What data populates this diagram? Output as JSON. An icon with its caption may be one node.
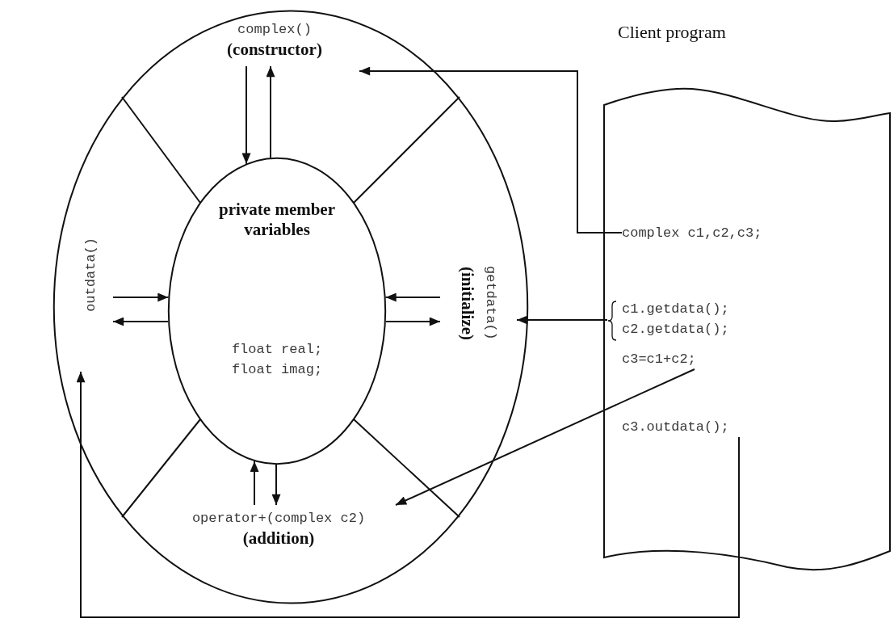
{
  "diagram": {
    "nodes": [
      {
        "text": [],
        "shape": "circle"
      },
      {
        "text": [
          "complex()",
          "(constructor)"
        ],
        "in": 0
      },
      {
        "text": [
          "outdata()"
        ],
        "in": 0
      },
      {
        "text": [
          "private member variables",
          "float real; float imag;"
        ],
        "in": 0
      },
      {
        "text": [
          "getdata()",
          "(initialize)"
        ],
        "in": 0
      },
      {
        "text": [
          "operator+(complex c2)",
          "(addition)"
        ],
        "in": 0
      },
      {
        "text": [
          "Client program"
        ]
      },
      {
        "text": [
          "complex c1,c2,c3;"
        ],
        "in": 6
      },
      {
        "text": [
          "c1.getdata();",
          "c2.getdata();"
        ],
        "in": 6
      },
      {
        "text": [
          "c3=c1+c2;"
        ],
        "in": 6
      },
      {
        "text": [
          "c3.outdata();"
        ],
        "in": 6
      }
    ],
    "edges": [
      {
        "from": 7,
        "to": 1,
        "arrow": "to"
      },
      {
        "from": 8,
        "to": 4,
        "arrow": "to"
      },
      {
        "from": 9,
        "to": 5,
        "arrow": "to"
      },
      {
        "from": 10,
        "to": 2,
        "arrow": "to"
      },
      {
        "from": 1,
        "to": 3,
        "arrow": "to"
      },
      {
        "from": 3,
        "to": 1,
        "arrow": "to"
      },
      {
        "from": 2,
        "to": 3,
        "arrow": "to"
      },
      {
        "from": 3,
        "to": 2,
        "arrow": "to"
      },
      {
        "from": 4,
        "to": 3,
        "arrow": "to"
      },
      {
        "from": 3,
        "to": 4,
        "arrow": "to"
      },
      {
        "from": 5,
        "to": 3,
        "arrow": "to"
      },
      {
        "from": 3,
        "to": 5,
        "arrow": "to"
      }
    ]
  }
}
